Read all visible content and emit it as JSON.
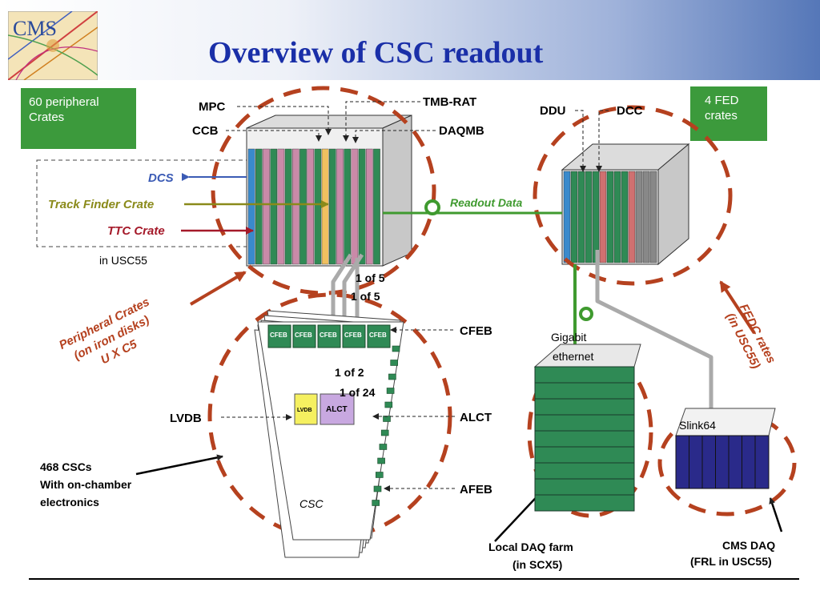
{
  "slide": {
    "title": "Overview of CSC readout",
    "logo_text": "CMS"
  },
  "boxes": {
    "peripheral_crates": [
      "60 peripheral",
      "Crates"
    ],
    "fed_crates": [
      "4 FED",
      "crates"
    ]
  },
  "labels": {
    "mpc": "MPC",
    "ccb": "CCB",
    "tmb_rat": "TMB-RAT",
    "daqmb": "DAQMB",
    "ddu": "DDU",
    "dcc": "DCC",
    "dcs": "DCS",
    "track_finder": "Track Finder Crate",
    "ttc": "TTC Crate",
    "in_usc55": "in USC55",
    "readout_data": "Readout Data",
    "one_of_5_a": "1 of 5",
    "one_of_5_b": "1 of 5",
    "peripheral_crates_rot": [
      "Peripheral Crates",
      "(on iron disks)",
      "U X C5"
    ],
    "fedc_rates_rot": [
      "FEDC rates",
      "(in USC55)"
    ],
    "cfeb": "CFEB",
    "cfeb_board": "CFEB",
    "one_of_2": "1 of 2",
    "one_of_24": "1 of 24",
    "lvdb": "LVDB",
    "lvdb_board": "LVDB",
    "alct": "ALCT",
    "alct_board": "ALCT",
    "afeb": "AFEB",
    "csc": "CSC",
    "csc_count": [
      "468 CSCs",
      "With on-chamber",
      "electronics"
    ],
    "gigabit": [
      "Gigabit",
      "ethernet"
    ],
    "slink": "Slink64",
    "local_daq": [
      "Local DAQ farm",
      "(in SCX5)"
    ],
    "cms_daq": [
      "CMS DAQ",
      "(FRL in USC55)"
    ]
  },
  "colors": {
    "title": "#1a2fa8",
    "green_box": "#3c9a3c",
    "dashed_circle": "#b5411f",
    "readout_line": "#3f9a2f",
    "dcs_arrow": "#3b5bb5",
    "track_finder_arrow": "#8a8a1a",
    "ttc_arrow": "#a51a2a",
    "cable": "#aaaaaa",
    "board_green": "#2f8a55",
    "board_pink": "#c98aa8",
    "board_yellow": "#f0c060",
    "board_blue": "#3a8acc",
    "daq_blue": "#2a2a8a"
  }
}
